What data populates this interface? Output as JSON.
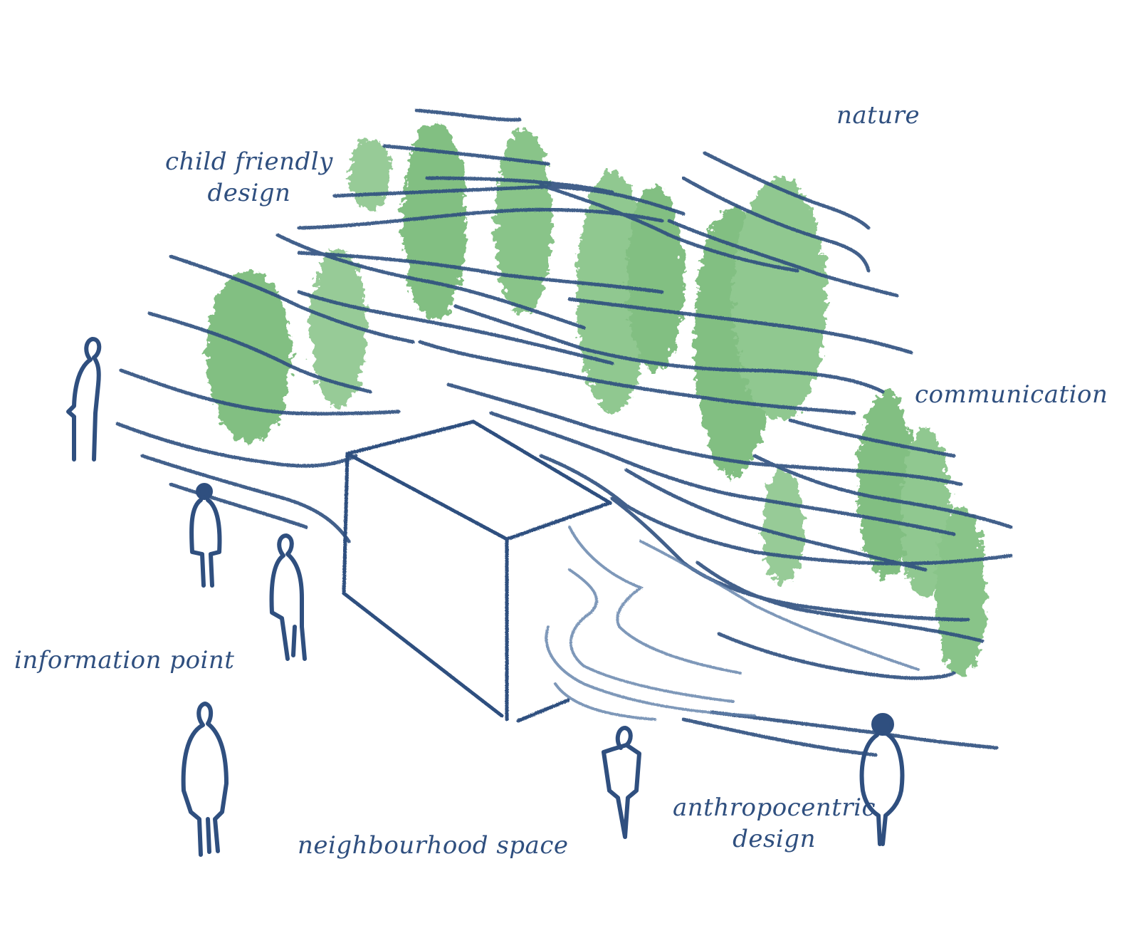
{
  "colors": {
    "ink": "#2f4f7f",
    "ink_light": "#5f7fa8",
    "foliage": "#6db46d",
    "foliage_light": "#a7d6a0",
    "background": "#ffffff"
  },
  "labels": {
    "nature": "nature",
    "child_friendly_line1": "child friendly",
    "child_friendly_line2": "design",
    "communication": "communication",
    "information_point": "information point",
    "neighbourhood_space": "neighbourhood space",
    "anthropocentric_line1": "anthropocentric",
    "anthropocentric_line2": "design"
  }
}
